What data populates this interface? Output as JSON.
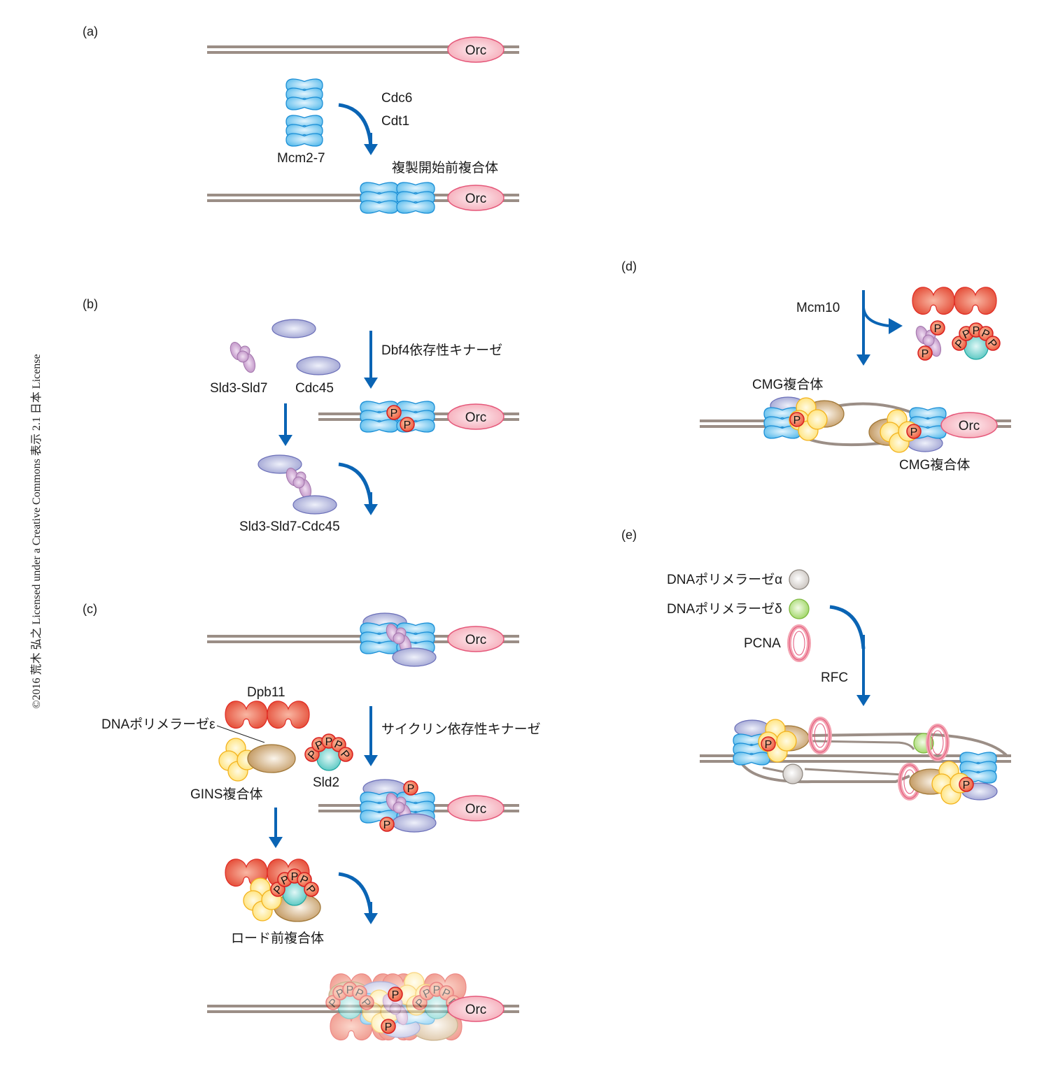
{
  "colors": {
    "dna": "#9b8e86",
    "arrow": "#0a64b4",
    "mcm": "#5bbcec",
    "orc": "#f7b9c3",
    "cdc45": "#a7aad6",
    "sld3": "#c59acb",
    "phospho": "#ef5a45",
    "dpb11": "#e9503b",
    "gins": "#ffe47a",
    "pole": "#c9a06a",
    "sld2": "#6bcfca",
    "pola": "#d6d2ce",
    "pold": "#a9db72",
    "pcna": "#f6aab8"
  },
  "credit": "©2016 荒木 弘之 Licensed under a Creative Commons 表示 2.1 日本 License",
  "phospho_label": "P",
  "orc_label": "Orc",
  "panels": {
    "a": {
      "label": "(a)",
      "mcm_label": "Mcm2-7",
      "factor1": "Cdc6",
      "factor2": "Cdt1",
      "product": "複製開始前複合体"
    },
    "b": {
      "label": "(b)",
      "sld3_label": "Sld3-Sld7",
      "cdc45_label": "Cdc45",
      "kinase": "Dbf4依存性キナーゼ",
      "product": "Sld3-Sld7-Cdc45"
    },
    "c": {
      "label": "(c)",
      "dpb11_label": "Dpb11",
      "pole_label": "DNAポリメラーゼε",
      "gins_label": "GINS複合体",
      "sld2_label": "Sld2",
      "kinase": "サイクリン依存性キナーゼ",
      "product": "ロード前複合体"
    },
    "d": {
      "label": "(d)",
      "factor": "Mcm10",
      "cmg_left": "CMG複合体",
      "cmg_right": "CMG複合体"
    },
    "e": {
      "label": "(e)",
      "pola_label": "DNAポリメラーゼα",
      "pold_label": "DNAポリメラーゼδ",
      "pcna_label": "PCNA",
      "factor": "RFC"
    }
  }
}
